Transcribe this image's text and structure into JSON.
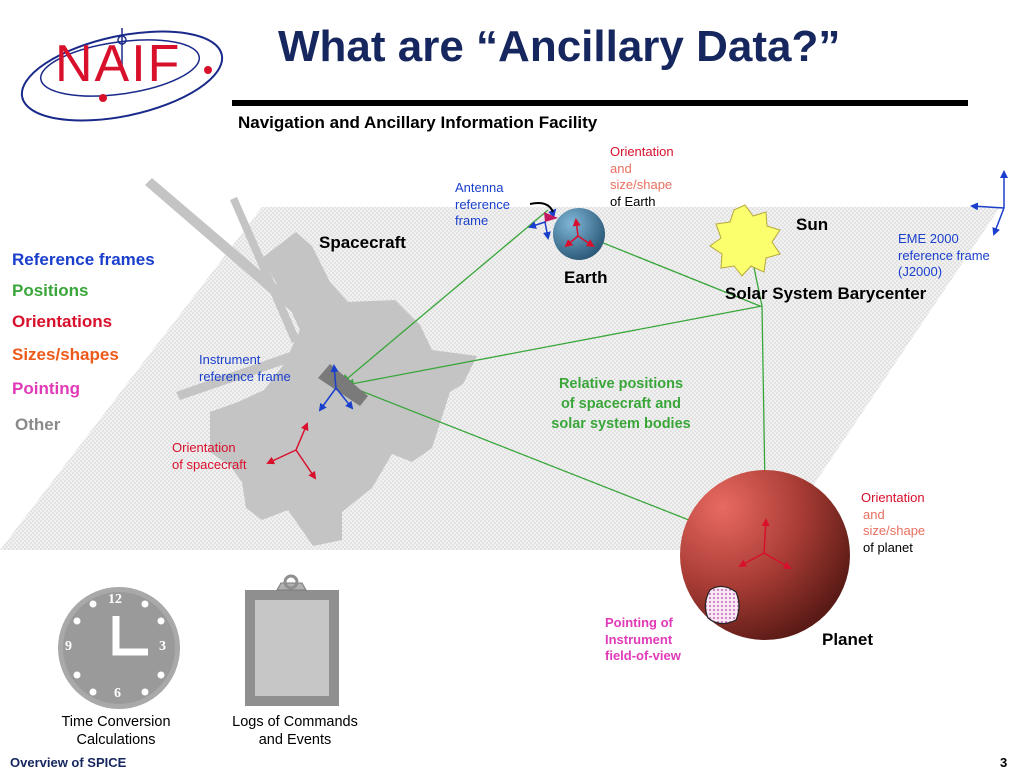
{
  "title": "What are “Ancillary Data?”",
  "subtitle": "Navigation and Ancillary Information Facility",
  "logo_text": "NAIF",
  "categories": [
    {
      "label": "Reference frames",
      "color": "#1a3fcc"
    },
    {
      "label": "Positions",
      "color": "#3aa63a"
    },
    {
      "label": "Orientations",
      "color": "#d8102c"
    },
    {
      "label": "Sizes/shapes",
      "color": "#ee5a1a"
    },
    {
      "label": "Pointing",
      "color": "#e13ab8"
    },
    {
      "label": "Other",
      "color": "#8a8a8a"
    }
  ],
  "bodies": {
    "spacecraft": "Spacecraft",
    "earth": "Earth",
    "sun": "Sun",
    "ssb": "Solar System Barycenter",
    "planet": "Planet"
  },
  "annotations": {
    "earth_orient": {
      "line1": "Orientation",
      "line2": "and",
      "line3": "size/shape",
      "line4": "of Earth"
    },
    "antenna": {
      "line1": "Antenna",
      "line2": "reference",
      "line3": "frame"
    },
    "eme": {
      "line1": "EME 2000",
      "line2": "reference frame",
      "line3": "(J2000)"
    },
    "instrument": {
      "line1": "Instrument",
      "line2": "reference frame"
    },
    "sc_orient": {
      "line1": "Orientation",
      "line2": "of spacecraft"
    },
    "relative": {
      "line1": "Relative positions",
      "line2": "of spacecraft and",
      "line3": "solar system bodies"
    },
    "planet_orient": {
      "line1": "Orientation",
      "line2": "and",
      "line3": "size/shape",
      "line4": "of planet"
    },
    "pointing": {
      "line1": "Pointing of",
      "line2": "Instrument",
      "line3": "field-of-view"
    }
  },
  "clock": {
    "numerals": [
      "12",
      "3",
      "6",
      "9"
    ],
    "caption_line1": "Time Conversion",
    "caption_line2": "Calculations"
  },
  "clipboard": {
    "caption_line1": "Logs of Commands",
    "caption_line2": "and Events"
  },
  "footer": "Overview of SPICE",
  "page_number": "3",
  "colors": {
    "title": "#16265e",
    "frame_blue": "#1a3fcc",
    "position_green": "#3aa63a",
    "orientation_red": "#d8102c",
    "pointing_pink": "#e13ab8"
  }
}
